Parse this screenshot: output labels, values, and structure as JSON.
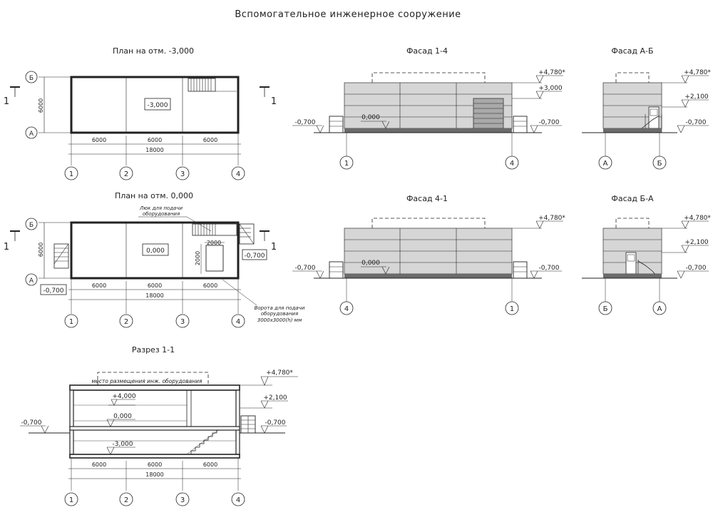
{
  "title": "Вспомогательное инженерное сооружение",
  "views": {
    "plan_minus3": {
      "title": "План на отм. -3,000",
      "room_level": "-3,000",
      "height_dim": "6000",
      "spans": [
        "6000",
        "6000",
        "6000"
      ],
      "total": "18000"
    },
    "plan_zero": {
      "title": "План на отм. 0,000",
      "room_level": "0,000",
      "height_dim": "6000",
      "spans": [
        "6000",
        "6000",
        "6000"
      ],
      "total": "18000",
      "level_left": "-0,700",
      "level_right": "-0,700",
      "hatch_dim_w": "2000",
      "hatch_dim_h": "2000",
      "note_hatch": [
        "Люк для подачи",
        "оборудования"
      ],
      "note_gate": [
        "Ворота для подачи",
        "оборудования",
        "3000х3000(h) мм"
      ]
    },
    "section": {
      "title": "Разрез 1-1",
      "zone_label": "место размещения инж. оборудования",
      "levels": {
        "top": "+4,780*",
        "upper": "+4,000",
        "entry": "+2,100",
        "zero": "0,000",
        "bottom": "-3,000",
        "ground_left": "-0,700",
        "ground_right": "-0,700"
      },
      "spans": [
        "6000",
        "6000",
        "6000"
      ],
      "total": "18000"
    },
    "facade_1_4": {
      "title": "Фасад 1-4",
      "levels": [
        "+4,780*",
        "+3,000",
        "0,000",
        "-0,700",
        "-0,700"
      ],
      "axes": [
        "1",
        "4"
      ]
    },
    "facade_4_1": {
      "title": "Фасад 4-1",
      "levels": [
        "+4,780*",
        "0,000",
        "-0,700",
        "-0,700"
      ],
      "axes": [
        "4",
        "1"
      ]
    },
    "facade_a_b": {
      "title": "Фасад А-Б",
      "levels": [
        "+4,780*",
        "+2,100",
        "-0,700"
      ],
      "axes": [
        "А",
        "Б"
      ]
    },
    "facade_b_a": {
      "title": "Фасад Б-А",
      "levels": [
        "+4,780*",
        "+2,100",
        "-0,700"
      ],
      "axes": [
        "Б",
        "А"
      ]
    }
  },
  "axes": {
    "numeric": [
      "1",
      "2",
      "3",
      "4"
    ],
    "letters": [
      "А",
      "Б"
    ],
    "cut_mark": "1"
  }
}
